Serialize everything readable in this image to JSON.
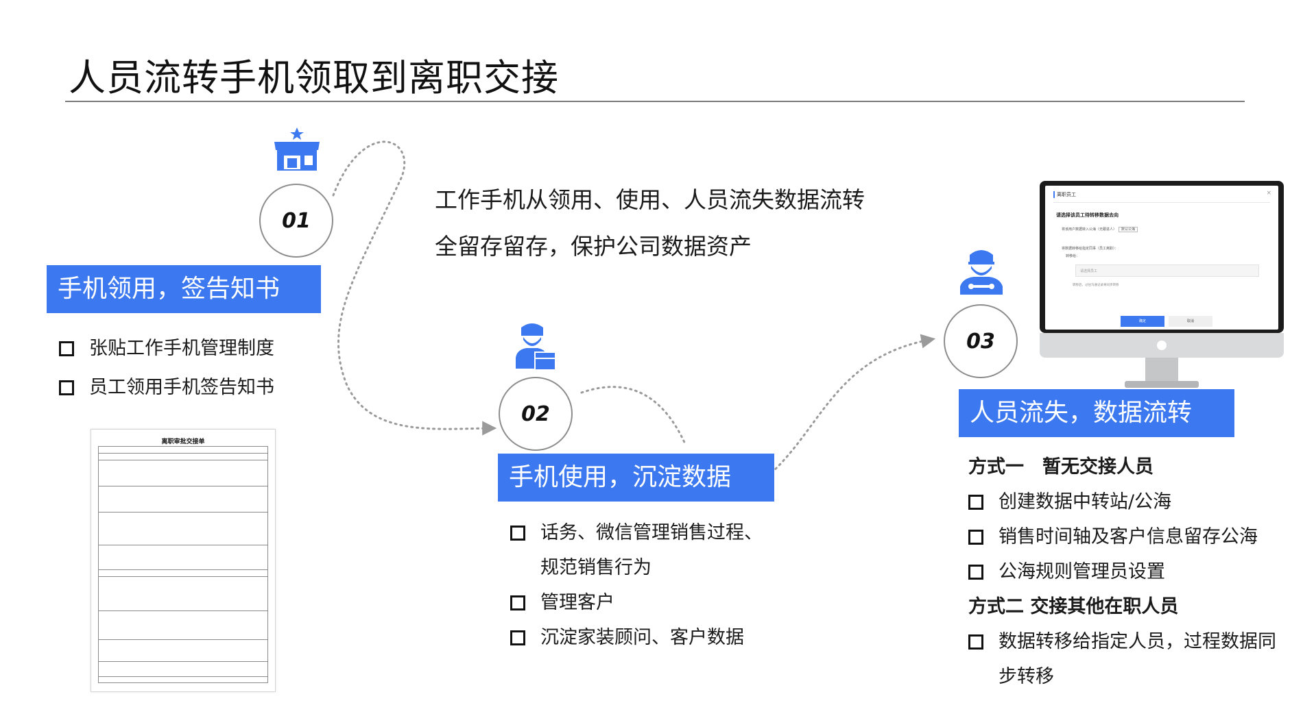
{
  "page": {
    "title": "人员流转手机领取到离职交接"
  },
  "intro": {
    "line1": "工作手机从领用、使用、人员流失数据流转",
    "line2": "全留存留存，保护公司数据资产"
  },
  "colors": {
    "accent": "#3c78f0",
    "text": "#111111",
    "rule": "#7a7a7a",
    "connector": "#9a9a9a"
  },
  "steps": [
    {
      "number": "01",
      "label": "手机领用，签告知书",
      "icon": "store-icon",
      "bullets": [
        "张贴工作手机管理制度",
        "员工领用手机签告知书"
      ]
    },
    {
      "number": "02",
      "label": "手机使用，沉淀数据",
      "icon": "worker-with-box-icon",
      "bullets": [
        "话务、微信管理销售过程、",
        "规范销售行为",
        "管理客户",
        "沉淀家装顾问、客户数据"
      ]
    },
    {
      "number": "03",
      "label": "人员流失，数据流转",
      "icon": "worker-icon",
      "method1_title": "方式一　暂无交接人员",
      "method1_bullets": [
        "创建数据中转站/公海",
        "销售时间轴及客户信息留存公海",
        "公海规则管理员设置"
      ],
      "method2_title": "方式二  交接其他在职人员",
      "method2_bullets": [
        "数据转移给指定人员，过程数据同",
        "步转移"
      ]
    }
  ],
  "form_doc": {
    "title": "离职审批交接单"
  },
  "monitor": {
    "title": "离职员工",
    "question": "请选择该员工待转移数据去向",
    "option1": "将该用户数据转入公海（无跟进人）",
    "option1_value": "默认公海",
    "option2": "将数据转移给指定同事（员工离职）：",
    "option3": "转移给：",
    "input_placeholder": "请选择员工",
    "note": "转移后，过往沟通记录将同步转移",
    "confirm": "确定",
    "cancel": "取消"
  }
}
